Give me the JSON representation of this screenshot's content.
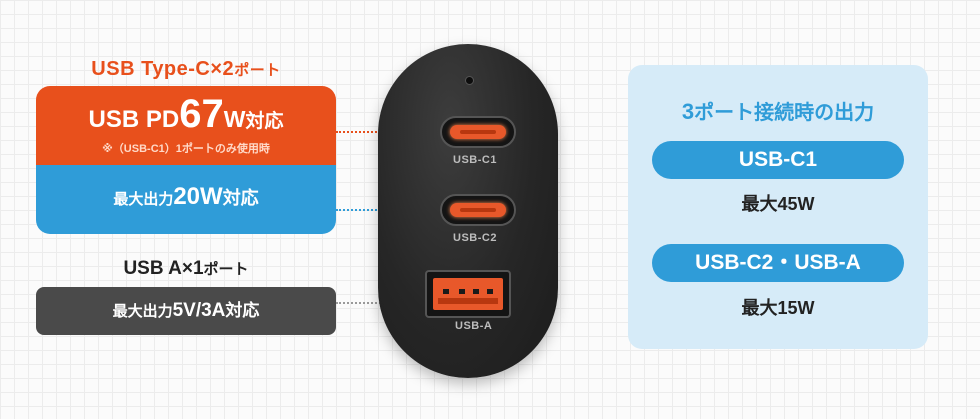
{
  "left": {
    "typec_title": {
      "main": "USB Type-C×2",
      "suffix": "ポート"
    },
    "pd_card": {
      "prefix": "USB PD",
      "number": "67",
      "unit": "W",
      "suffix": "対応",
      "note": "※（USB-C1）1ポートのみ使用時"
    },
    "c2_card": {
      "prefix": "最大出力",
      "value": "20W",
      "suffix": "対応"
    },
    "a_title": {
      "main": "USB A×1",
      "suffix": "ポート"
    },
    "a_card": {
      "prefix": "最大出力",
      "value": "5V/3A",
      "suffix": "対応"
    }
  },
  "charger": {
    "port_labels": [
      "USB-C1",
      "USB-C2",
      "USB-A"
    ]
  },
  "panel": {
    "title_number": "3",
    "title_text": "ポート接続時の出力",
    "rows": [
      {
        "label": "USB-C1",
        "output": "最大45W"
      },
      {
        "label": "USB-C2・USB-A",
        "output": "最大15W"
      }
    ]
  },
  "colors": {
    "orange": "#e8501c",
    "blue": "#2f9cd8",
    "dark_gray": "#4a4a4a",
    "panel_bg": "#d6ebf8"
  }
}
